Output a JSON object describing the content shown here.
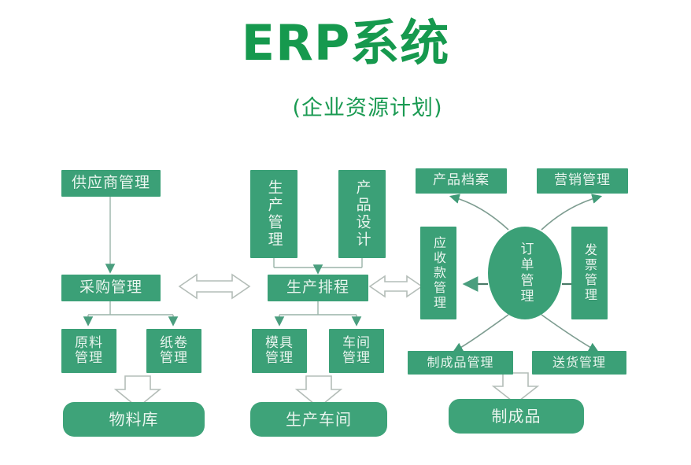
{
  "title": {
    "main": "ERP系统",
    "sub": "(企业资源计划)",
    "color": "#16994e"
  },
  "palette": {
    "box_green": "#3ba077",
    "box_green_rounded": "#3ea379",
    "box_text": "#eaf7f0",
    "connector_line": "#9ab3a9",
    "solid_arrow": "#4a9e7e",
    "hollow_arrow_outline": "#b4bdb8",
    "hollow_arrow_fill": "#ffffff",
    "background": "#ffffff"
  },
  "nodes": {
    "supplier_mgmt": "供应商管理",
    "purchase_mgmt": "采购管理",
    "raw_material_mgmt": {
      "l1": "原料",
      "l2": "管理"
    },
    "paper_roll_mgmt": {
      "l1": "纸卷",
      "l2": "管理"
    },
    "material_warehouse": "物料库",
    "production_mgmt": "生产管理",
    "product_design": "产品设计",
    "production_schedule": "生产排程",
    "mold_mgmt": {
      "l1": "模具",
      "l2": "管理"
    },
    "workshop_mgmt": {
      "l1": "车间",
      "l2": "管理"
    },
    "production_workshop": "生产车间",
    "product_archive": "产品档案",
    "marketing_mgmt": "营销管理",
    "receivables_mgmt": "应收款管理",
    "order_mgmt": "订单管理",
    "invoice_mgmt": "发票管理",
    "finished_goods_mgmt": "制成品管理",
    "delivery_mgmt": "送货管理",
    "finished_goods": "制成品"
  },
  "connectors": {
    "supplier_to_purchase": "solid-down-arrow",
    "purchase_to_raw_material": "solid-down-arrow",
    "purchase_to_paper_roll": "solid-down-arrow",
    "materials_to_warehouse": "hollow-down-arrow",
    "production_to_schedule": "solid-down-arrow",
    "design_to_schedule": "solid-down-arrow",
    "schedule_to_mold": "solid-down-arrow",
    "schedule_to_workshop": "solid-down-arrow",
    "mold_workshop_to_workshop_floor": "hollow-down-arrow",
    "purchase_schedule_link": "hollow-double-arrow",
    "schedule_receivables_link": "hollow-double-arrow",
    "order_to_receivables": "solid-left-arrow",
    "order_to_invoice": "solid-right-arrow",
    "order_to_product_archive": "curved-arrow",
    "order_to_marketing": "curved-arrow",
    "order_to_finished_goods_mgmt": "curved-arrow",
    "order_to_delivery_mgmt": "curved-arrow",
    "finished_to_finished_goods": "hollow-down-arrow"
  }
}
